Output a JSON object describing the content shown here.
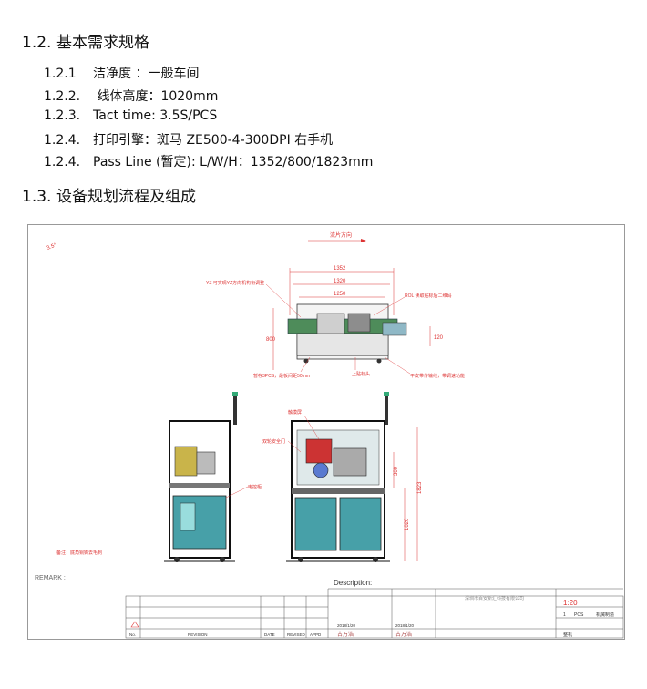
{
  "sections": [
    {
      "num": "1.2.",
      "title": "基本需求规格"
    },
    {
      "num": "1.3.",
      "title": "设备规划流程及组成"
    }
  ],
  "items": [
    {
      "num": "1.2.1",
      "text": "洁净度 ：一般车间"
    },
    {
      "num": "1.2.2.",
      "text": " 线体高度：1020mm"
    },
    {
      "num": "1.2.3.",
      "text": "Tact time: 3.5S/PCS"
    },
    {
      "num": "1.2.4.",
      "text": "打印引擎：斑马 ZE500-4-300DPI   右手机"
    },
    {
      "num": "1.2.4.",
      "text": "Pass Line (暂定): L/W/H：1352/800/1823mm"
    }
  ],
  "drawing": {
    "flow_label": "流片方向",
    "dims": {
      "top1": "1352",
      "top2": "1320",
      "top3": "1250",
      "left_h": "800",
      "right_h": "120",
      "front_h1": "1823",
      "front_h2": "1020",
      "front_h3": "300"
    },
    "callouts": {
      "a": "YZ 可实现YZ方向机构衔调整",
      "b": "ROL 读取贴标后二维码",
      "c": "暂存3PCS，最板间距50mm",
      "d": "上贴标头",
      "e": "平皮带传输线，带调速功能",
      "f": "触摸屏",
      "g": "双轮安全门",
      "h": "电控柜",
      "i": "备注：底角铜铸去毛刺"
    },
    "remark_label": "REMARK :",
    "description_label": "Description:",
    "title_block": {
      "company": "深圳市百安新汇科技有限公司",
      "scale": "1:20",
      "qty": "1",
      "unit": "PCS",
      "dept": "机械制造",
      "name": "整机",
      "designer": "古万浩",
      "checker": "古万浩",
      "date1": "2018/1/20",
      "date2": "2018/1/20",
      "rev_headers": [
        "No.",
        "REVISION",
        "DATE",
        "REVISED",
        "APPD"
      ]
    }
  }
}
